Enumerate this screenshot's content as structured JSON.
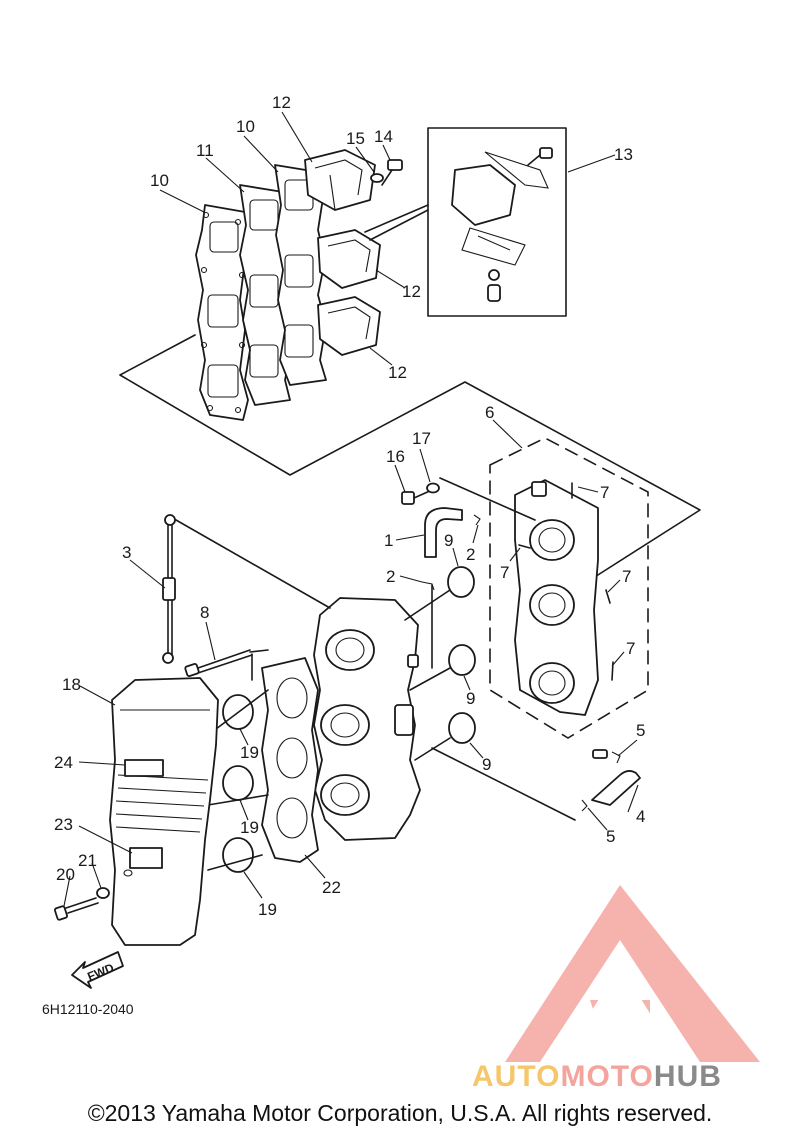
{
  "diagram": {
    "labels": {
      "l1": "1",
      "l2a": "2",
      "l2b": "2",
      "l3": "3",
      "l4": "4",
      "l5a": "5",
      "l5b": "5",
      "l6": "6",
      "l7a": "7",
      "l7b": "7",
      "l7c": "7",
      "l7d": "7",
      "l8": "8",
      "l9a": "9",
      "l9b": "9",
      "l9c": "9",
      "l10a": "10",
      "l10b": "10",
      "l11": "11",
      "l12a": "12",
      "l12b": "12",
      "l12c": "12",
      "l13": "13",
      "l14": "14",
      "l15": "15",
      "l16": "16",
      "l17": "17",
      "l18": "18",
      "l19a": "19",
      "l19b": "19",
      "l19c": "19",
      "l20": "20",
      "l21": "21",
      "l22": "22",
      "l23": "23",
      "l24": "24"
    },
    "diagram_code": "6H12110-2040",
    "fwd_label": "FWD"
  },
  "watermark": {
    "brand_part1": "AUTO",
    "brand_part2": "MOTO",
    "brand_part3": "HUB",
    "color_primary": "#f2a09a",
    "color_gold": "#f6c66b",
    "color_gray": "#8a8a8a"
  },
  "footer": {
    "copyright": "©2013 Yamaha Motor Corporation, U.S.A. All rights reserved."
  }
}
